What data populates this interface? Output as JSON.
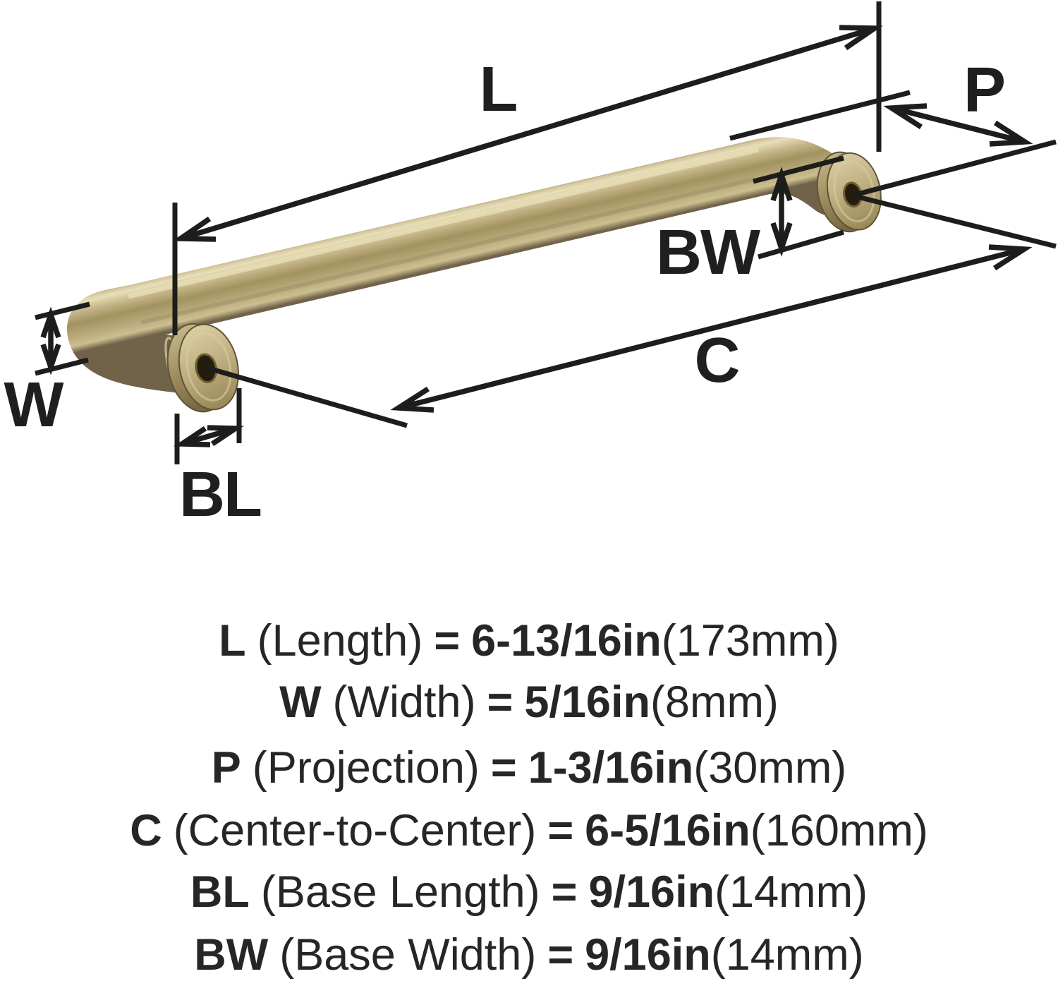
{
  "diagram": {
    "title": "cabinet pull hardware dimension diagram",
    "dim_labels": {
      "L": "L",
      "P": "P",
      "C": "C",
      "W": "W",
      "BL": "BL",
      "BW": "BW"
    },
    "colors": {
      "line": "#1d1d1b",
      "text": "#262626",
      "gold_highlight": "#e8dfb9",
      "gold_mid": "#a3935f",
      "gold_dark": "#6f6142"
    }
  },
  "specs": [
    {
      "code": "L",
      "name": "(Length)",
      "equals": "=",
      "value": "6-13/16in",
      "metric": "(173mm)"
    },
    {
      "code": "W",
      "name": "(Width)",
      "equals": "=",
      "value": "5/16in",
      "metric": "(8mm)"
    },
    {
      "code": "P",
      "name": "(Projection)",
      "equals": "=",
      "value": "1-3/16in",
      "metric": "(30mm)"
    },
    {
      "code": "C",
      "name": "(Center-to-Center)",
      "equals": "=",
      "value": "6-5/16in",
      "metric": "(160mm)"
    },
    {
      "code": "BL",
      "name": "(Base Length)",
      "equals": "=",
      "value": "9/16in",
      "metric": "(14mm)"
    },
    {
      "code": "BW",
      "name": "(Base Width)",
      "equals": "=",
      "value": "9/16in",
      "metric": "(14mm)"
    }
  ]
}
